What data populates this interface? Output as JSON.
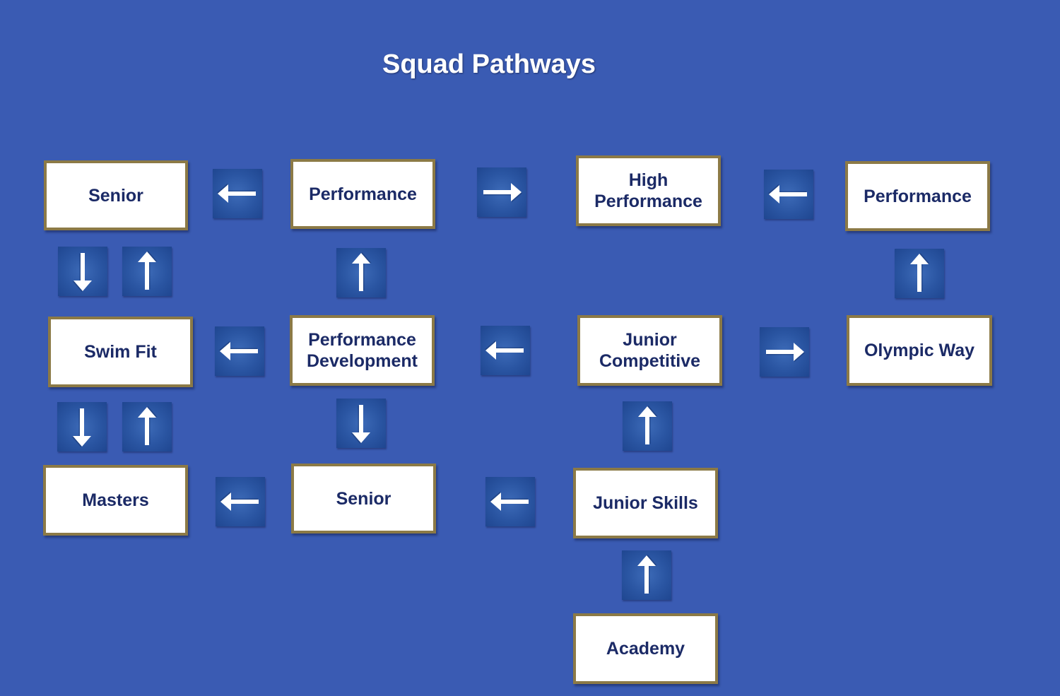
{
  "diagram": {
    "title": "Squad Pathways",
    "nodes": {
      "senior_top": "Senior",
      "performance_mid": "Performance",
      "high_performance": "High\nPerformance",
      "performance_right": "Performance",
      "swim_fit": "Swim Fit",
      "performance_development": "Performance\nDevelopment",
      "junior_competitive": "Junior\nCompetitive",
      "olympic_way": "Olympic Way",
      "masters": "Masters",
      "senior_bottom": "Senior",
      "junior_skills": "Junior Skills",
      "academy": "Academy"
    },
    "colors": {
      "background": "#3a5bb3",
      "node_fill": "#ffffff",
      "node_border": "#8c7a46",
      "node_text": "#1b2a66",
      "arrow_tile": "#2a55a2",
      "arrow": "#ffffff"
    },
    "arrow_icon": "arrow-icon"
  }
}
